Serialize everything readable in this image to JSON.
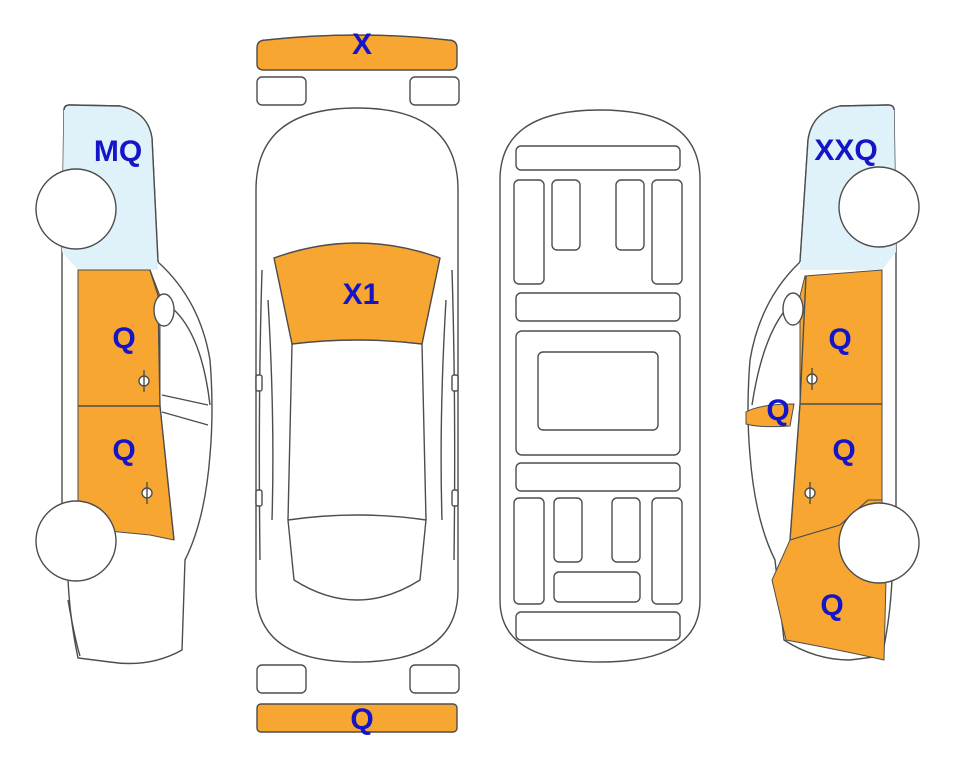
{
  "colors": {
    "damage": "#f7a631",
    "glass": "#dff2fa",
    "label": "#1515c8",
    "outline": "#4d4d4d"
  },
  "labels": {
    "front_bumper": "X",
    "windshield": "X1",
    "rear_bumper": "Q",
    "left_rear_quarter_glass": "MQ",
    "left_rear_door": "Q",
    "left_front_door": "Q",
    "right_rear_quarter_glass": "XXQ",
    "right_rear_door": "Q",
    "right_mirror": "Q",
    "right_front_door": "Q",
    "right_front_fender": "Q"
  }
}
